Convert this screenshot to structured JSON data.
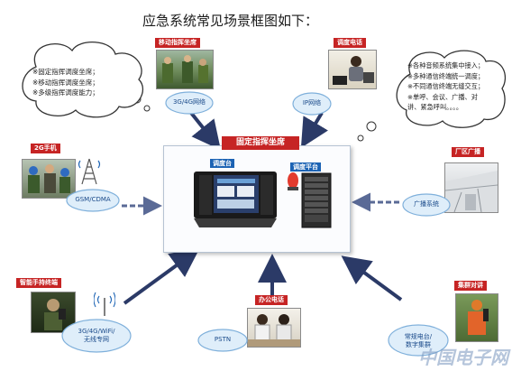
{
  "title": "应急系统常见场景框图如下：",
  "center": {
    "title": "固定指挥坐席",
    "console_label": "调度台",
    "platform_label": "调度平台"
  },
  "nodes": {
    "mobile_seat": {
      "label": "移动指挥坐席",
      "bubble": "3G/4G网络"
    },
    "dispatch_phone": {
      "label": "调度电话",
      "bubble": "IP网络"
    },
    "phone_2g": {
      "label": "2G手机",
      "bubble": "GSM/CDMA"
    },
    "factory_broadcast": {
      "label": "厂区广播",
      "bubble": "广播系统"
    },
    "smart_handheld": {
      "label": "智能手持终端",
      "bubble_lines": [
        "3G/4G/WiFi/",
        "无线专网"
      ]
    },
    "office_phone": {
      "label": "办公电话",
      "bubble": "PSTN"
    },
    "cluster_talk": {
      "label": "集群对讲",
      "bubble_lines": [
        "常规电台/",
        "数字集群"
      ]
    }
  },
  "clouds": {
    "left": [
      "※固定指挥调度坐席；",
      "※移动指挥调度坐席；",
      "※多级指挥调度能力；"
    ],
    "right": [
      "※各种音频系统集中接入；",
      "※多种通信终端统一调度；",
      "※不同通信终端无缝交互；",
      "※单呼、会议、广播、对",
      "讲、紧急呼叫。。。。"
    ]
  },
  "watermark": "中国电子网",
  "colors": {
    "label_red": "#c62424",
    "label_blue": "#1c63b4",
    "arrow": "#2b3a67",
    "bubble_fill": "#dfeefa"
  }
}
